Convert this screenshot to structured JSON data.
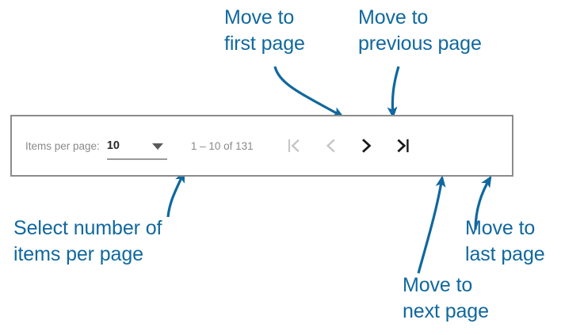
{
  "paginator": {
    "items_per_page_label": "Items per page:",
    "items_per_page_value": "10",
    "items_per_page_options": [
      "10"
    ],
    "range_label": "1 – 10 of 131",
    "buttons": [
      {
        "name": "first-page",
        "icon": "first-page-icon",
        "state": "disabled"
      },
      {
        "name": "previous-page",
        "icon": "chevron-left-icon",
        "state": "disabled"
      },
      {
        "name": "next-page",
        "icon": "chevron-right-icon",
        "state": "enabled"
      },
      {
        "name": "last-page",
        "icon": "last-page-icon",
        "state": "enabled"
      }
    ]
  },
  "annotations": {
    "first_page": "Move to\nfirst page",
    "previous_page": "Move to\nprevious page",
    "items_per_page": "Select number of\nitems per page",
    "next_page": "Move to\nnext page",
    "last_page": "Move to\nlast page"
  },
  "colors": {
    "annotation_blue": "#10689e",
    "frame_border": "#8c8c8c",
    "muted_text": "#8a8a8a",
    "value_text": "#2b2b2b",
    "icon_enabled": "#1a1a1a",
    "icon_disabled": "#c6c6c6",
    "background": "#ffffff"
  }
}
